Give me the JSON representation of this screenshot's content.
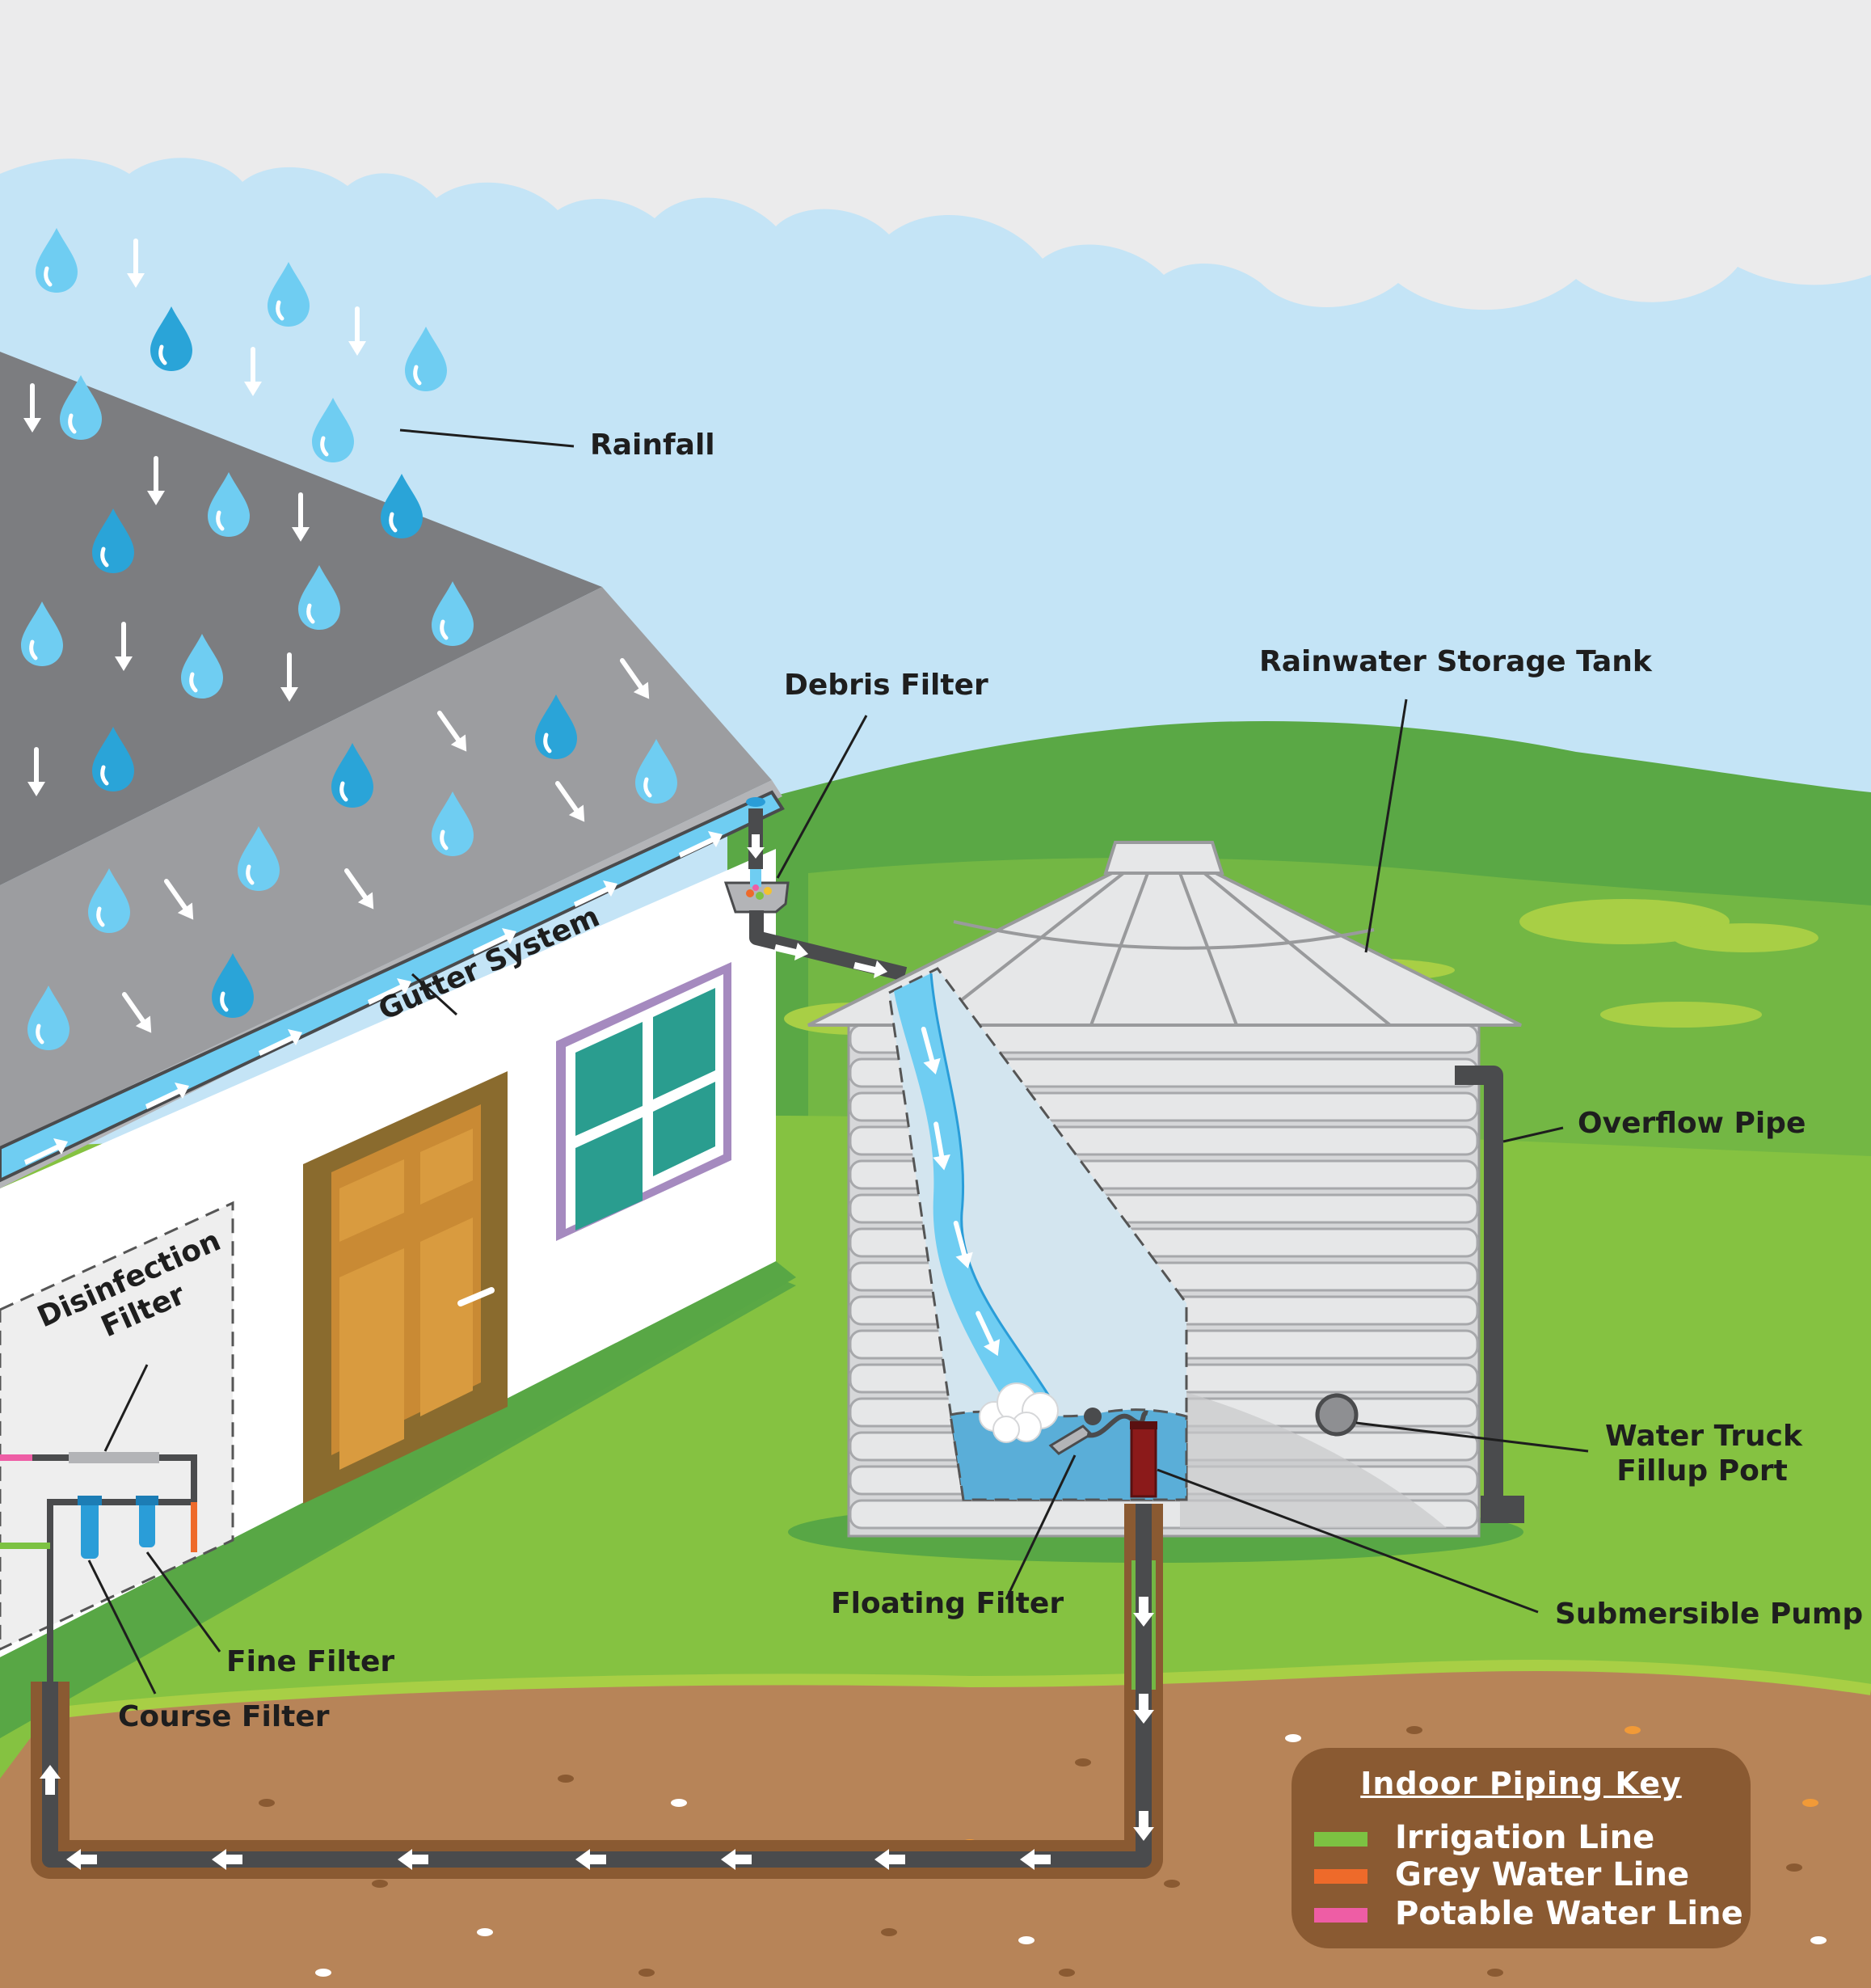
{
  "labels": {
    "rainfall": "Rainfall",
    "debris_filter": "Debris Filter",
    "rainwater_storage_tank": "Rainwater Storage Tank",
    "gutter_system": "Gutter System",
    "overflow_pipe": "Overflow Pipe",
    "disinfection_filter_line1": "Disinfection",
    "disinfection_filter_line2": "Filter",
    "water_truck_line1": "Water Truck",
    "water_truck_line2": "Fillup Port",
    "floating_filter": "Floating Filter",
    "submersible_pump": "Submersible Pump",
    "fine_filter": "Fine Filter",
    "course_filter": "Course Filter"
  },
  "legend": {
    "title": "Indoor Piping Key",
    "items": [
      {
        "label": "Irrigation Line",
        "color": "#7cc242"
      },
      {
        "label": "Grey Water Line",
        "color": "#ee6a2a"
      },
      {
        "label": "Potable Water Line",
        "color": "#ee5da5"
      }
    ]
  },
  "colors": {
    "sky": "#c4e4f6",
    "cloud": "#ebebec",
    "grass": "#85c241",
    "hill": "#58a745",
    "soil": "#b78458",
    "roof": "#7c7d80",
    "wall": "#ffffff",
    "door": "#c98a34",
    "window": "#2a9d8f",
    "tank": "#d6d7d9",
    "water": "#6fcdf2",
    "pipe": "#4a4b4d",
    "raindrop": "#4fb8e8"
  }
}
